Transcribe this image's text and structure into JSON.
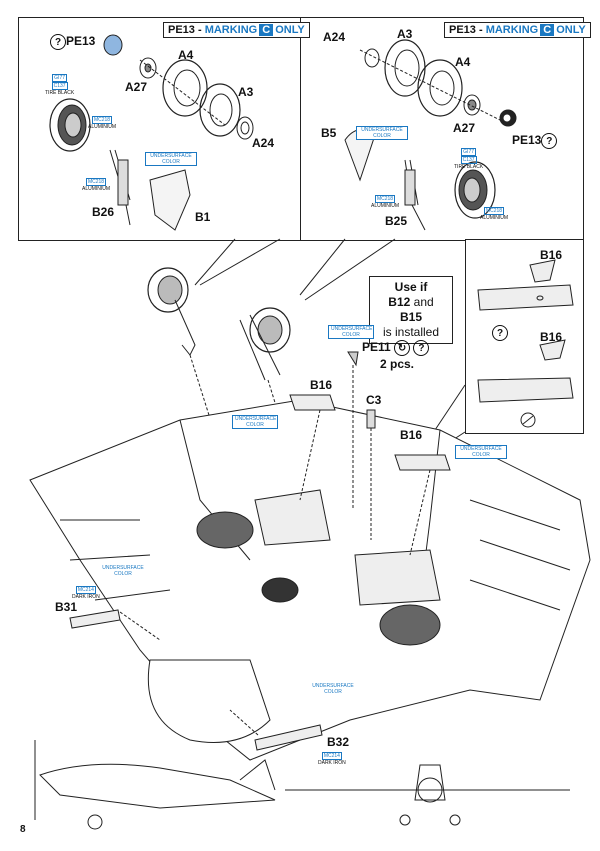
{
  "page_number": "8",
  "top_left": {
    "badge": {
      "pe": "PE13 - ",
      "marking": "MARKING",
      "c": "C",
      "only": "ONLY"
    },
    "labels": {
      "pe13": "PE13",
      "a4": "A4",
      "a27": "A27",
      "a3": "A3",
      "a24": "A24",
      "b26": "B26",
      "b1": "B1"
    },
    "paint_tire": {
      "code1": "GI77",
      "code2": "C137",
      "name": "TIRE BLACK"
    },
    "paint_alu1": {
      "code": "MC218",
      "name": "ALUMINIUM"
    },
    "paint_alu2": {
      "code": "MC218",
      "name": "ALUMINIUM"
    },
    "underside": "UNDERSURFACE COLOR"
  },
  "top_right": {
    "badge": {
      "pe": "PE13 - ",
      "marking": "MARKING",
      "c": "C",
      "only": "ONLY"
    },
    "labels": {
      "a24": "A24",
      "a3": "A3",
      "a4": "A4",
      "b5": "B5",
      "a27": "A27",
      "pe13": "PE13",
      "b25": "B25"
    },
    "underside": "UNDERSURFACE COLOR",
    "paint_tire": {
      "code1": "GI77",
      "code2": "C137",
      "name": "TIRE BLACK"
    },
    "paint_alu1": {
      "code": "MC218",
      "name": "ALUMINIUM"
    },
    "paint_alu2": {
      "code": "MC218",
      "name": "ALUMINIUM"
    }
  },
  "callout": {
    "line1": "Use if",
    "b12": "B12",
    "and": "and",
    "b15": "B15",
    "line3": "is installed"
  },
  "pe11": {
    "label": "PE11",
    "count": "2 pcs."
  },
  "side_panel": {
    "b16_top": "B16",
    "b16_bottom": "B16"
  },
  "main": {
    "b16_left": "B16",
    "c3": "C3",
    "b16_right": "B16",
    "b31": "B31",
    "b32": "B32",
    "underside_1": "UNDERSURFACE COLOR",
    "underside_2": "UNDERSURFACE COLOR",
    "underside_3": "UNDERSURFACE COLOR",
    "underside_4": "UNDERSURFACE COLOR",
    "underside_5": "UNDERSURFACE COLOR",
    "paint_iron1": {
      "code": "MC214",
      "name": "DARK IRON"
    },
    "paint_iron2": {
      "code": "MC214",
      "name": "DARK IRON"
    }
  },
  "colors": {
    "accent": "#1a78c2",
    "line": "#222222",
    "pe_part": "#8fb6e0"
  }
}
